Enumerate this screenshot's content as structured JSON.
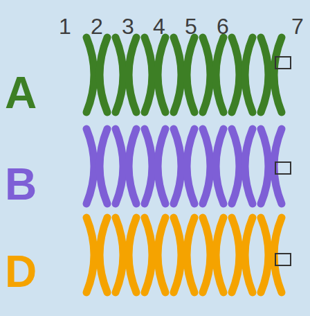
{
  "diagram": {
    "labels": [
      "1",
      "2",
      "3",
      "4",
      "5",
      "6",
      "7",
      "A",
      "B",
      "D"
    ]
  }
}
